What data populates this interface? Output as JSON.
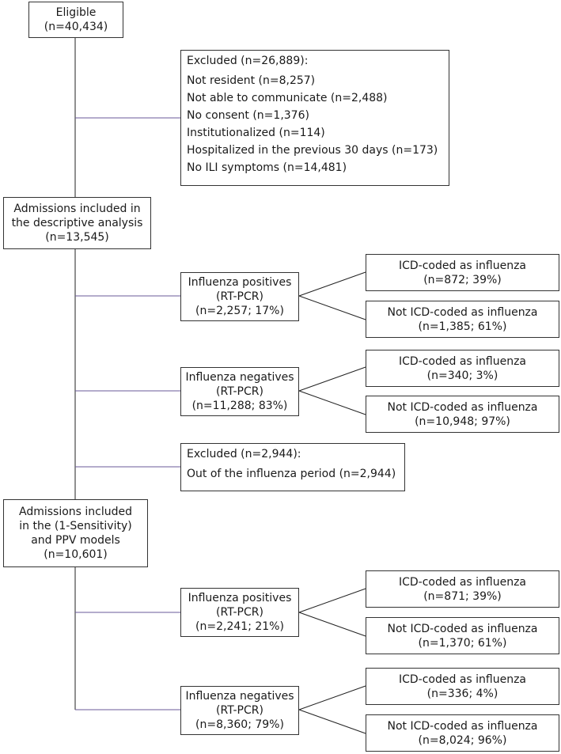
{
  "colors": {
    "branch_line": "#6a5a9a",
    "trunk_line": "#222222",
    "box_border": "#333333"
  },
  "eligible": {
    "line1": "Eligible",
    "line2": "(n=40,434)"
  },
  "excluded1": {
    "title": "Excluded (n=26,889):",
    "items": [
      "Not resident (n=8,257)",
      "Not able to communicate (n=2,488)",
      "No consent (n=1,376)",
      "Institutionalized (n=114)",
      "Hospitalized in the previous 30 days (n=173)",
      "No ILI symptoms (n=14,481)"
    ]
  },
  "descriptive": {
    "line1": "Admissions included in",
    "line2": "the descriptive analysis",
    "line3": "(n=13,545)"
  },
  "desc_pos": {
    "line1": "Influenza positives",
    "line2": "(RT-PCR)",
    "line3": "(n=2,257; 17%)"
  },
  "desc_pos_icd": {
    "line1": "ICD-coded as influenza",
    "line2": "(n=872; 39%)"
  },
  "desc_pos_noticd": {
    "line1": "Not ICD-coded as influenza",
    "line2": "(n=1,385; 61%)"
  },
  "desc_neg": {
    "line1": "Influenza negatives",
    "line2": "(RT-PCR)",
    "line3": "(n=11,288; 83%)"
  },
  "desc_neg_icd": {
    "line1": "ICD-coded as influenza",
    "line2": "(n=340; 3%)"
  },
  "desc_neg_noticd": {
    "line1": "Not ICD-coded as influenza",
    "line2": "(n=10,948; 97%)"
  },
  "excluded2": {
    "title": "Excluded (n=2,944):",
    "items": [
      "Out of the influenza period (n=2,944)"
    ]
  },
  "models": {
    "line1": "Admissions included",
    "line2": "in the (1-Sensitivity)",
    "line3": "and PPV models",
    "line4": "(n=10,601)"
  },
  "mod_pos": {
    "line1": "Influenza positives",
    "line2": "(RT-PCR)",
    "line3": "(n=2,241; 21%)"
  },
  "mod_pos_icd": {
    "line1": "ICD-coded as influenza",
    "line2": "(n=871; 39%)"
  },
  "mod_pos_noticd": {
    "line1": "Not ICD-coded as influenza",
    "line2": "(n=1,370; 61%)"
  },
  "mod_neg": {
    "line1": "Influenza negatives",
    "line2": "(RT-PCR)",
    "line3": "(n=8,360; 79%)"
  },
  "mod_neg_icd": {
    "line1": "ICD-coded as influenza",
    "line2": "(n=336; 4%)"
  },
  "mod_neg_noticd": {
    "line1": "Not ICD-coded as influenza",
    "line2": "(n=8,024; 96%)"
  }
}
